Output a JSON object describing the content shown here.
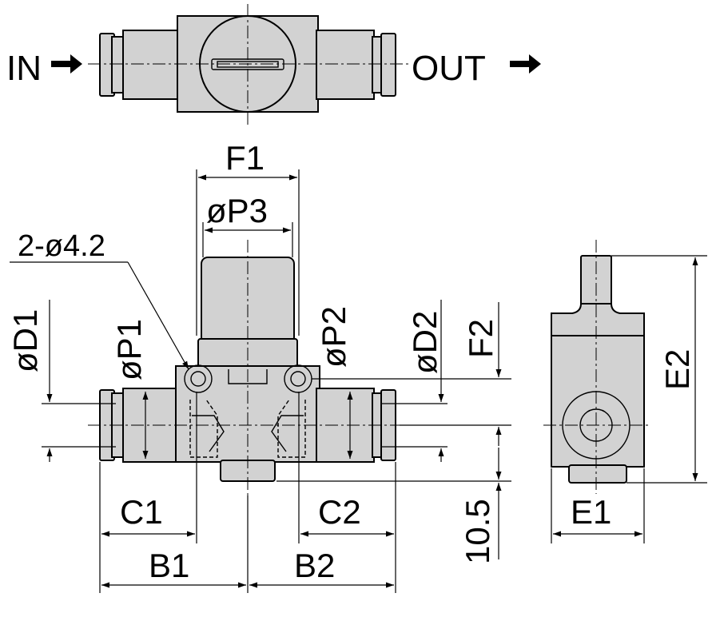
{
  "labels": {
    "inlet": "IN",
    "outlet": "OUT",
    "F1": "F1",
    "P3": "øP3",
    "mount_holes": "2-ø4.2",
    "D1": "øD1",
    "P1": "øP1",
    "P2": "øP2",
    "D2": "øD2",
    "F2": "F2",
    "E2": "E2",
    "C1": "C1",
    "C2": "C2",
    "B1": "B1",
    "B2": "B2",
    "E1": "E1",
    "dim_10_5": "10.5"
  },
  "colors": {
    "body_fill": "#d2d2d2",
    "line": "#000000"
  }
}
